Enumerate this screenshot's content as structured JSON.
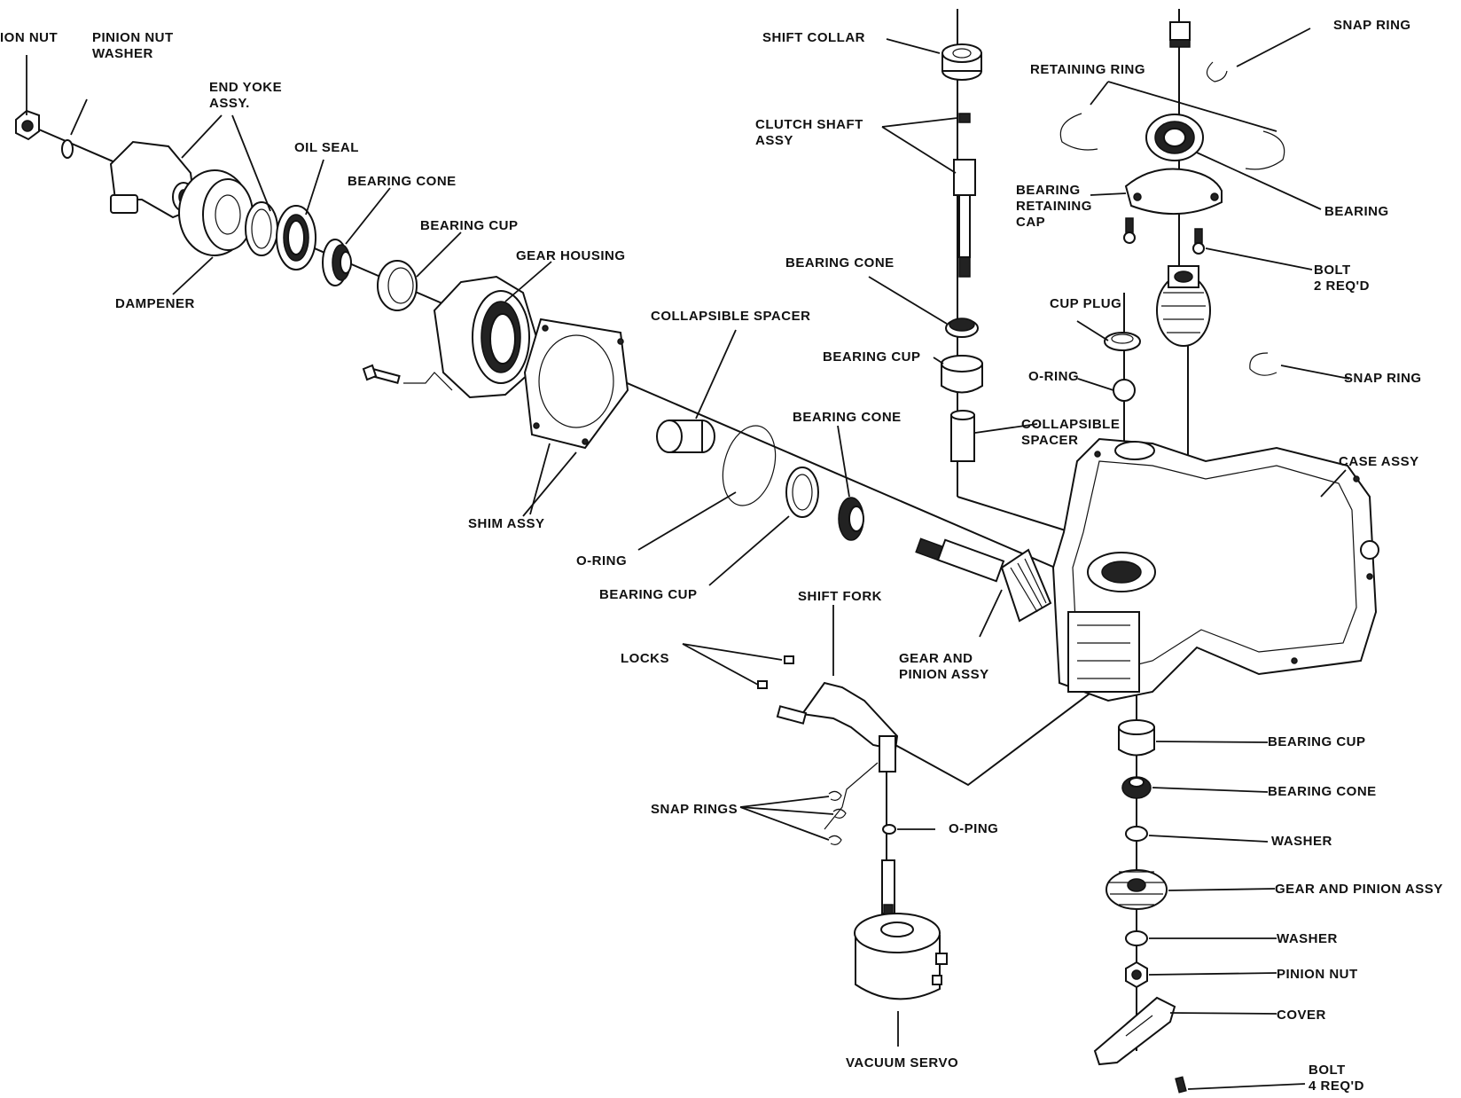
{
  "labels": {
    "pinion_nut_top": "ION NUT",
    "pinion_nut_washer": "PINION NUT\nWASHER",
    "end_yoke": "END YOKE\nASSY.",
    "oil_seal": "OIL SEAL",
    "bearing_cone_1": "BEARING CONE",
    "bearing_cup_1": "BEARING CUP",
    "gear_housing": "GEAR HOUSING",
    "dampener": "DAMPENER",
    "collapsible_spacer_1": "COLLAPSIBLE SPACER",
    "shim_assy": "SHIM ASSY",
    "o_ring_1": "O-RING",
    "bearing_cup_2": "BEARING CUP",
    "bearing_cone_2": "BEARING CONE",
    "gear_and_pinion_1": "GEAR AND\nPINION ASSY",
    "shift_fork": "SHIFT FORK",
    "locks": "LOCKS",
    "snap_rings": "SNAP RINGS",
    "o_ping": "O-PING",
    "vacuum_servo": "VACUUM SERVO",
    "shift_collar": "SHIFT COLLAR",
    "clutch_shaft": "CLUTCH SHAFT\nASSY",
    "bearing_cone_3": "BEARING CONE",
    "bearing_cup_3": "BEARING CUP",
    "collapsible_spacer_2": "COLLAPSIBLE\nSPACER",
    "cup_plug": "CUP PLUG",
    "o_ring_2": "O-RING",
    "snap_ring_top": "SNAP RING",
    "retaining_ring": "RETAINING RING",
    "bearing_retaining_cap": "BEARING\nRETAINING\nCAP",
    "bearing": "BEARING",
    "bolt_2": "BOLT\n2 REQ'D",
    "snap_ring_mid": "SNAP RING",
    "case_assy": "CASE ASSY",
    "bearing_cup_4": "BEARING CUP",
    "bearing_cone_4": "BEARING CONE",
    "washer_1": "WASHER",
    "gear_and_pinion_2": "GEAR AND PINION ASSY",
    "washer_2": "WASHER",
    "pinion_nut_bottom": "PINION NUT",
    "cover": "COVER",
    "bolt_4": "BOLT\n4 REQ'D"
  }
}
